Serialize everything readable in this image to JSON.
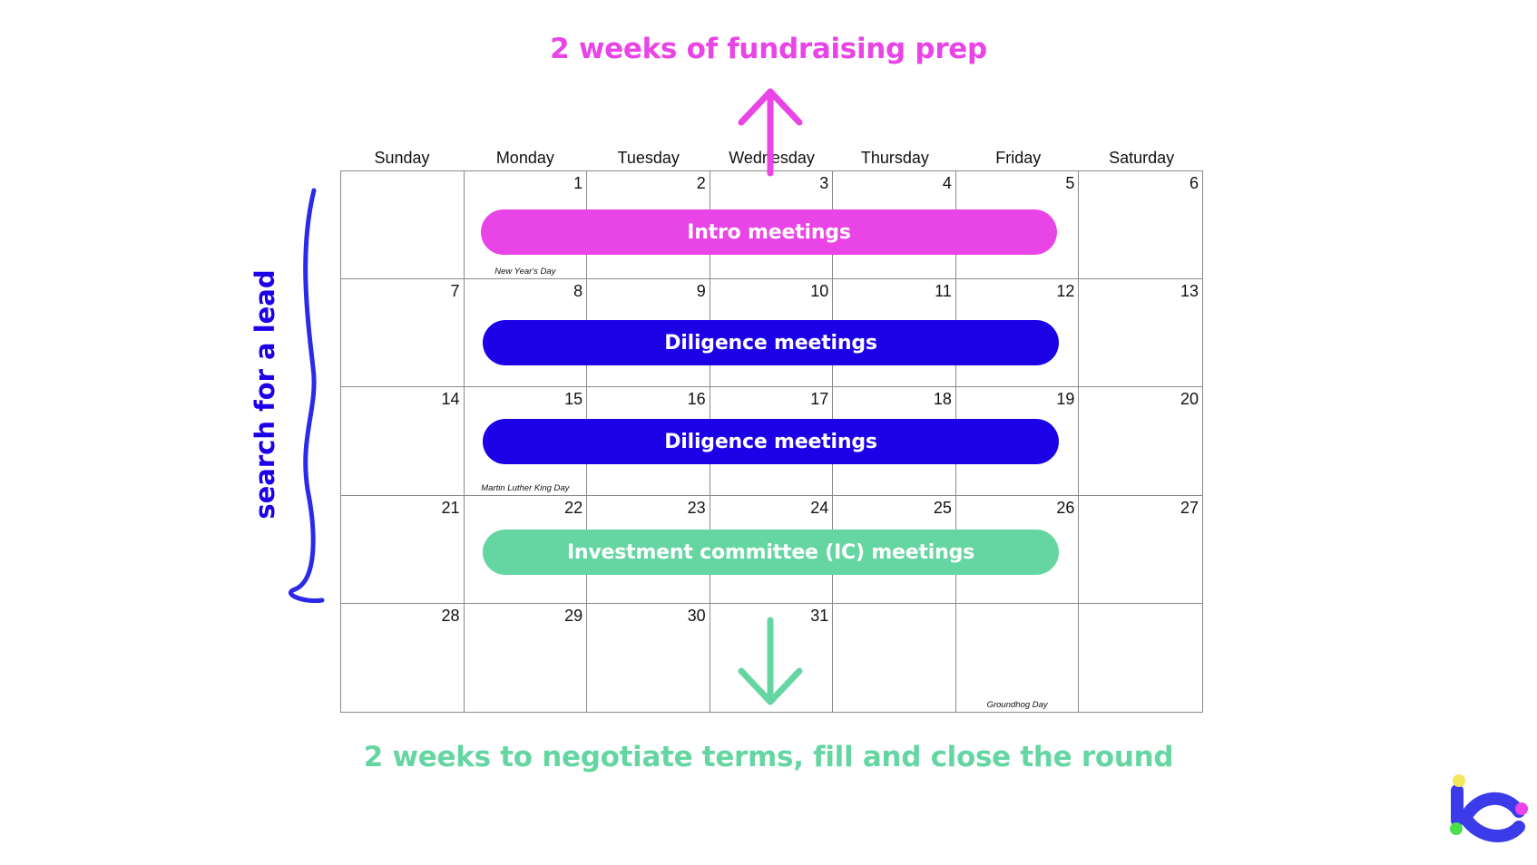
{
  "top_caption": "2 weeks of fundraising prep",
  "bottom_caption": "2 weeks to negotiate terms, fill and close the round",
  "side_label": "search for a lead",
  "weekdays": [
    "Sunday",
    "Monday",
    "Tuesday",
    "Wednesday",
    "Thursday",
    "Friday",
    "Saturday"
  ],
  "weeks": [
    [
      "",
      "1",
      "2",
      "3",
      "4",
      "5",
      "6"
    ],
    [
      "7",
      "8",
      "9",
      "10",
      "11",
      "12",
      "13"
    ],
    [
      "14",
      "15",
      "16",
      "17",
      "18",
      "19",
      "20"
    ],
    [
      "21",
      "22",
      "23",
      "24",
      "25",
      "26",
      "27"
    ],
    [
      "28",
      "29",
      "30",
      "31",
      "",
      "",
      ""
    ]
  ],
  "holidays": [
    {
      "week": 0,
      "day": 1,
      "label": "New Year's Day"
    },
    {
      "week": 2,
      "day": 1,
      "label": "Martin Luther King Day"
    },
    {
      "week": 4,
      "day": 5,
      "label": "Groundhog Day"
    }
  ],
  "events": [
    {
      "label": "Intro meetings",
      "week": 0,
      "color": "#e944e6"
    },
    {
      "label": "Diligence meetings",
      "week": 1,
      "color": "#1c00e6"
    },
    {
      "label": "Diligence meetings",
      "week": 2,
      "color": "#1c00e6"
    },
    {
      "label": "Investment committee (IC) meetings",
      "week": 3,
      "color": "#65d6a2"
    }
  ],
  "colors": {
    "pink": "#e944e6",
    "blue": "#1c00e6",
    "green": "#65d6a2",
    "bracket": "#2a2ae8",
    "logo_blue": "#3b3bea",
    "logo_yellow": "#f3e85a",
    "logo_green": "#4be04b",
    "logo_pink": "#e944e6"
  },
  "icons": [
    "arrow-up-icon",
    "arrow-down-icon",
    "curly-bracket-icon",
    "logo-icon"
  ]
}
